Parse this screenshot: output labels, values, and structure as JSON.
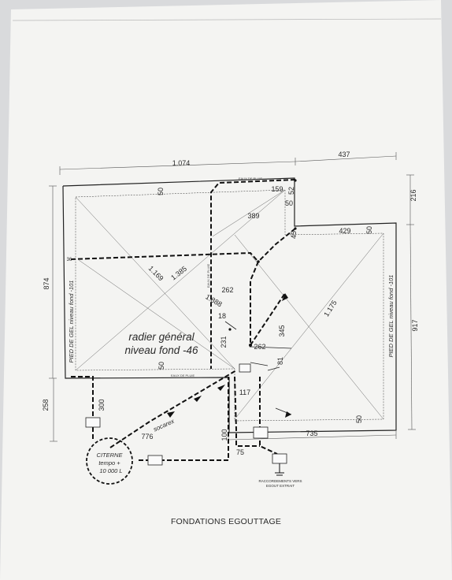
{
  "title": "FONDATIONS EGOUTTAGE",
  "dimensions": {
    "top_left": "1.074",
    "top_right": "437",
    "right_top": "216",
    "left_height": "874",
    "right_height": "917",
    "bottom_left": "258",
    "bottom_right": "735",
    "d50_top": "50",
    "d159": "159",
    "d52": "52",
    "d50_notch": "50",
    "d389": "389",
    "d45": "45",
    "d429": "429",
    "d50_right": "50",
    "d36": "36",
    "diag_1169": "1.169",
    "diag_1385": "1.385",
    "diag_1888": "1.888",
    "d262_top": "262",
    "d18": "18",
    "d345": "345",
    "diag_1175": "1.175",
    "d231": "231",
    "d262_mid": "262",
    "d81": "81",
    "d50_bottom": "50",
    "d117": "117",
    "d300": "300",
    "d776": "776",
    "d100": "100",
    "d75": "75",
    "d50_br": "50"
  },
  "labels": {
    "radier_line1": "radier général",
    "radier_line2": "niveau fond -46",
    "pied_left": "PIED DE GEL niveau fond -101",
    "pied_right": "PIED DE GEL niveau fond -101",
    "socarex": "socarex",
    "citerne_1": "CITERNE",
    "citerne_2": "tempo +",
    "citerne_3": "10 000 L",
    "raccordement_1": "RACCORDEMENTS VERS",
    "raccordement_2": "EGOUT EXTRAIT",
    "eaux_pluie_top": "EAUX DE PLUIE",
    "eaux_pluie_bottom": "EAUX DE PLUIE",
    "eaux_pluie_vert": "EAUX DE PLUIE"
  }
}
